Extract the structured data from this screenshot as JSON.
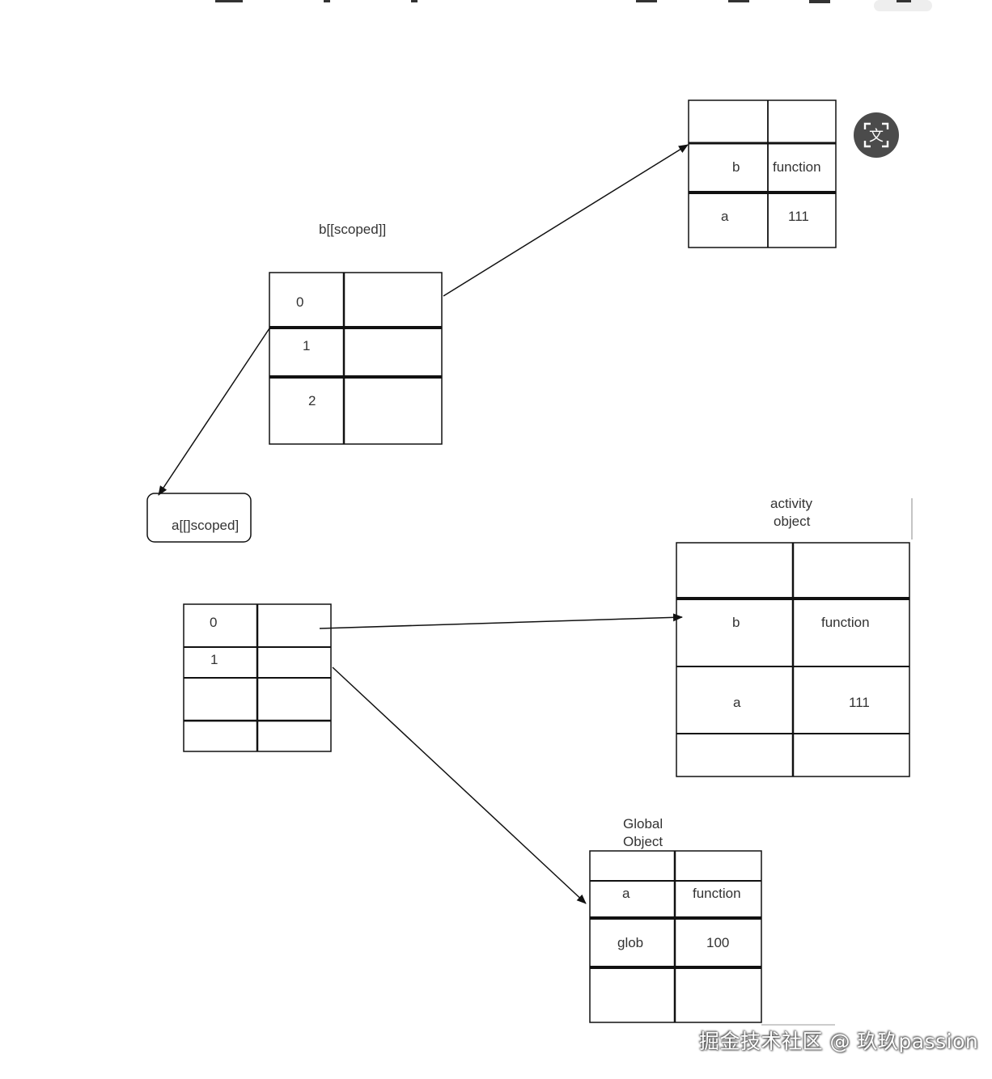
{
  "labels": {
    "b_scoped": "b[[scoped]]",
    "a_scoped": "a[[]scoped]",
    "activity_object_line1": "activity",
    "activity_object_line2": "object",
    "global_object_line1": "Global",
    "global_object_line2": "Object"
  },
  "top_right_table": {
    "rows": [
      [
        "",
        ""
      ],
      [
        "b",
        "function"
      ],
      [
        "a",
        "111"
      ]
    ]
  },
  "b_scope_table": {
    "rows": [
      [
        "0",
        ""
      ],
      [
        "1",
        ""
      ],
      [
        "2",
        ""
      ]
    ]
  },
  "a_scope_table": {
    "rows": [
      [
        "0",
        ""
      ],
      [
        "1",
        ""
      ],
      [
        "",
        ""
      ],
      [
        "",
        ""
      ]
    ]
  },
  "activity_table": {
    "rows": [
      [
        "",
        ""
      ],
      [
        "b",
        "function"
      ],
      [
        "a",
        "111"
      ],
      [
        "",
        ""
      ]
    ]
  },
  "global_table": {
    "rows": [
      [
        "",
        ""
      ],
      [
        "a",
        "function"
      ],
      [
        "glob",
        "100"
      ],
      [
        "",
        ""
      ]
    ]
  },
  "translate_button": {
    "icon": "translate-icon",
    "glyph": "文"
  },
  "watermark": "掘金技术社区 @ 玖玖passion"
}
